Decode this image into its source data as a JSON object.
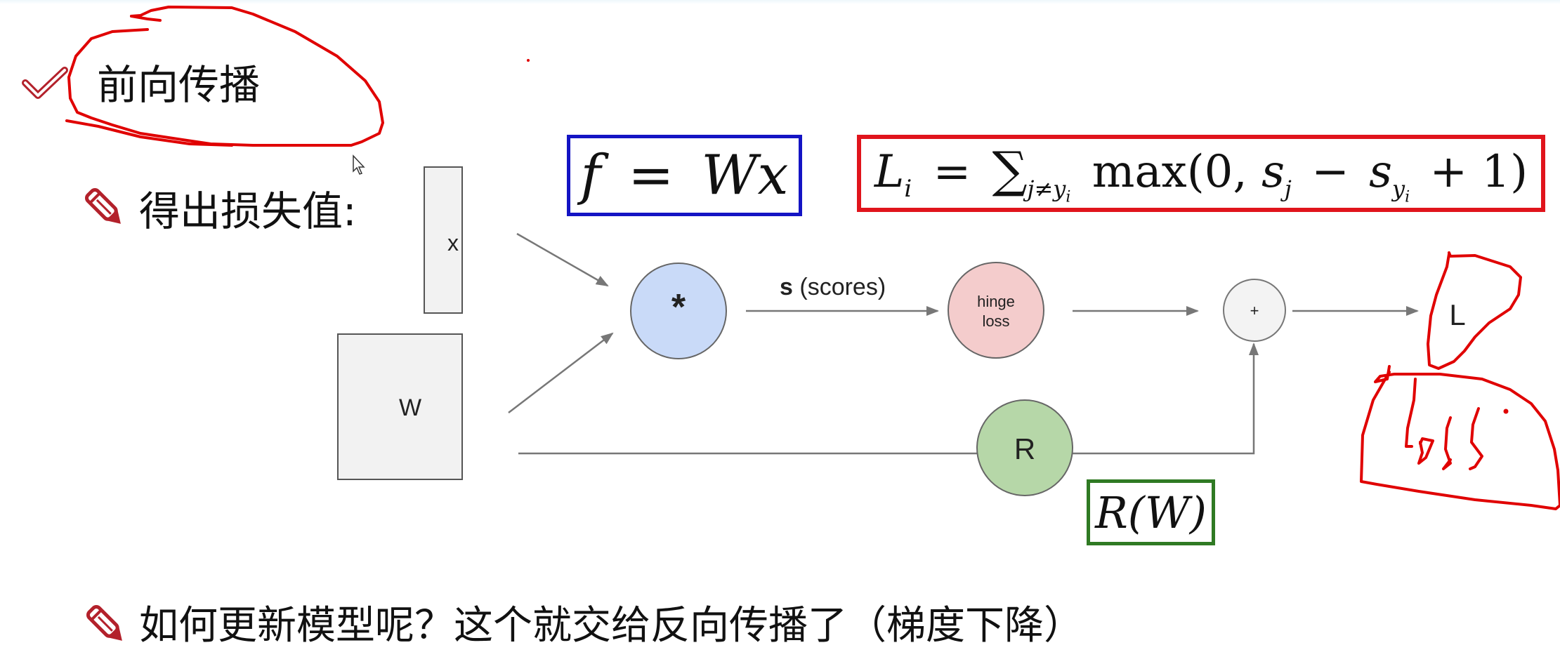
{
  "slide": {
    "heading1": "前向传播",
    "heading2": "得出损失值:",
    "footer_text": "如何更新模型呢？这个就交给反向传播了（梯度下降）",
    "icons": {
      "heading1": "checkmark-icon",
      "heading2": "pencil-icon",
      "footer": "pencil-icon"
    },
    "accent_color": "#b3212b"
  },
  "formulas": {
    "score": {
      "f": "f",
      "eq": "=",
      "W": "W",
      "x": "x",
      "border_color": "#1414c4"
    },
    "hinge": {
      "L": "L",
      "i": "i",
      "eq": "=",
      "sum": "∑",
      "sum_sub": "j≠y",
      "sum_sub_i": "i",
      "max": "max(0,",
      "s": "s",
      "j": "j",
      "minus": "−",
      "s2": "s",
      "y": "y",
      "yi": "i",
      "rest": "+ 1)",
      "border_color": "#e0141c"
    },
    "reg": {
      "text": "R(W)",
      "border_color": "#2f7a23"
    }
  },
  "diagram": {
    "nodes": {
      "x": {
        "label": "x",
        "fill": "#f2f2f2"
      },
      "W": {
        "label": "W",
        "fill": "#f2f2f2"
      },
      "mul": {
        "label": "*",
        "fill": "#c9daf8"
      },
      "hinge": {
        "label_line1": "hinge",
        "label_line2": "loss",
        "fill": "#f4cccc"
      },
      "plus": {
        "label": "+",
        "fill": "#f3f3f3"
      },
      "R": {
        "label": "R",
        "fill": "#b6d7a8"
      },
      "L": {
        "label": "L"
      }
    },
    "edge_labels": {
      "scores_bold": "s",
      "scores_rest": " (scores)"
    },
    "edge_color": "#777777"
  },
  "annotations": {
    "handwritten_note": "loss",
    "ink_color": "#e00000"
  }
}
